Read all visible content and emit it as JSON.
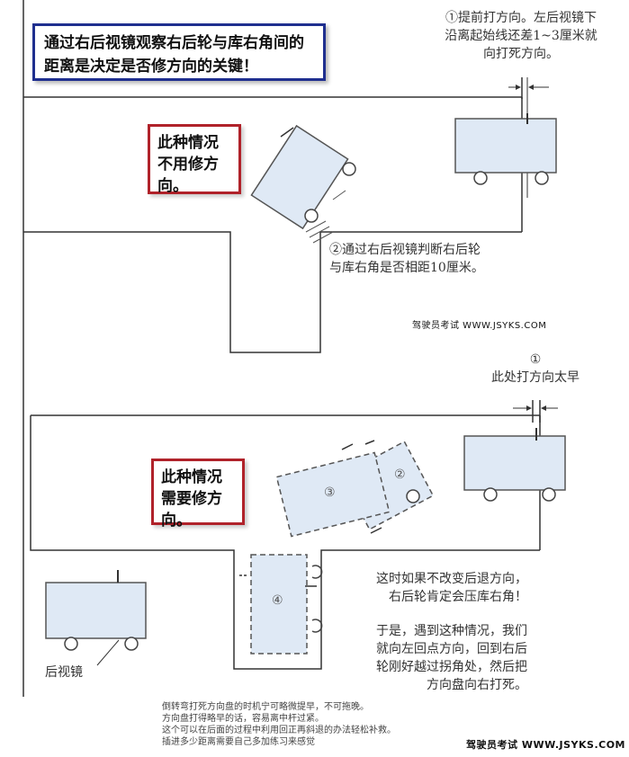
{
  "top_callout": "通过右后视镜观察右后轮与库右角间的距离是决定是否修方向的关键！",
  "top_case_label": "此种情况不用修方向。",
  "top_note_1": [
    "①提前打方向。左后视镜下",
    "沿离起始线还差1~3厘米就",
    "向打死方向。"
  ],
  "top_note_2": [
    "②通过右后视镜判断右后轮",
    "与库右角是否相距10厘米。"
  ],
  "watermark_mid": "驾驶员考试 WWW.JSYKS.COM",
  "bottom_note_1": [
    "①",
    "此处打方向太早"
  ],
  "bottom_case_label": "此种情况需要修方向。",
  "car_labels": {
    "c2": "②",
    "c3": "③",
    "c4": "④"
  },
  "mirror_label": "后视镜",
  "bottom_note_3": [
    "这时如果不改变后退方向，",
    "右后轮肯定会压库右角！"
  ],
  "bottom_note_4": [
    "于是，遇到这种情况，我们",
    "就向左回点方向，回到右后",
    "轮刚好越过拐角处，然后把",
    "方向盘向右打死。"
  ],
  "footer_lines": [
    "倒转弯打死方向盘的时机宁可略微提早，不可拖晚。",
    "方向盘打得略早的话，容易离中杆过紧。",
    "这个可以在后面的过程中利用回正再斜退的办法轻松补救。",
    "插进多少距离需要自己多加练习来感觉"
  ],
  "watermark_bottom": "驾驶员考试 WWW.JSYKS.COM",
  "colors": {
    "frame_blue": "#1f2f8f",
    "frame_red": "#b0222a",
    "car_fill": "#dfe9f5",
    "car_stroke": "#555555"
  }
}
